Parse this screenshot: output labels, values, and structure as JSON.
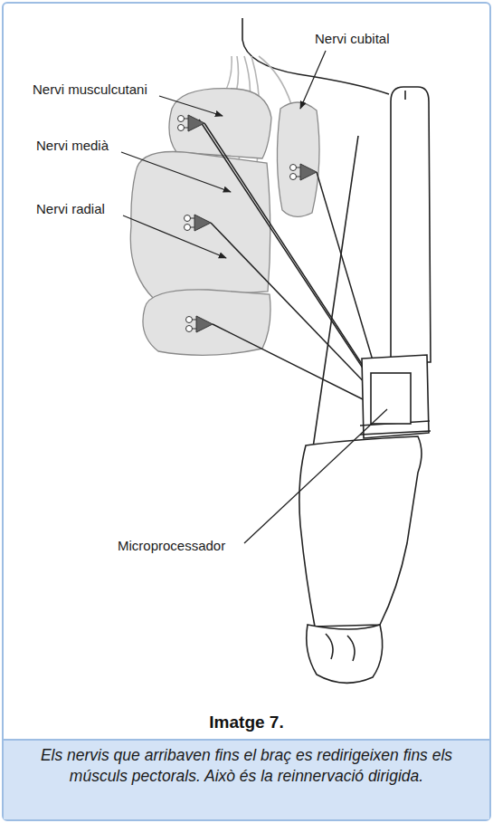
{
  "diagram": {
    "title": "Imatge 7.",
    "caption": "Els nervis que arribaven fins el braç es redirigeixen fins els músculs pectorals. Això és la reinnervació dirigida.",
    "labels": [
      "Nervi cubital",
      "Nervi musculcutani",
      "Nervi medià",
      "Nervi radial",
      "Microprocessador"
    ]
  }
}
